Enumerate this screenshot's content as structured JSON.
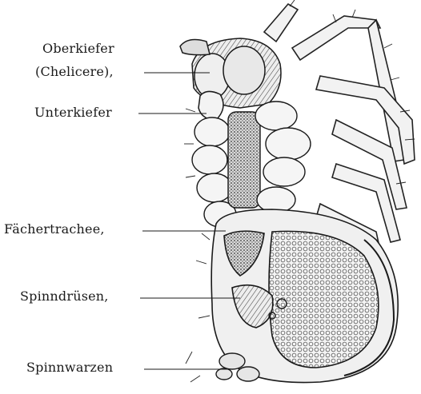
{
  "figure": {
    "labels": {
      "oberkiefer": "Oberkiefer",
      "chelicere": "(Chelicere),",
      "unterkiefer": "Unterkiefer",
      "faechertrachee": "Fächertrachee,",
      "spinndruesen": "Spinndrüsen,",
      "spinnwarzen": "Spinnwarzen"
    }
  },
  "colors": {
    "ink": "#1a1a1a",
    "paper": "#ffffff",
    "shade": "#8a8a8a"
  }
}
